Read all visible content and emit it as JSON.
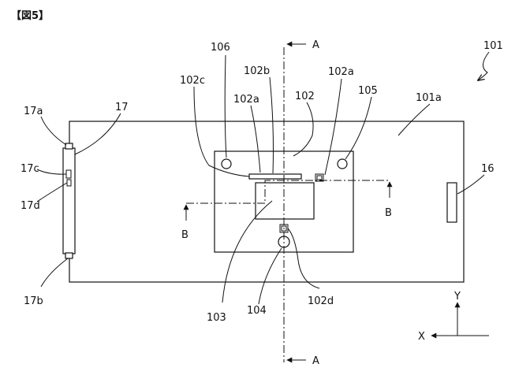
{
  "figure": {
    "title": "【図5】",
    "labels": {
      "device": "101",
      "base": "101a",
      "substrate": "102",
      "hole_left": "102a",
      "hole_right": "102a",
      "slot": "102b",
      "edge_mark": "102c",
      "bottom_mark": "102d",
      "chip": "103",
      "lower_hole": "104",
      "right_circle": "105",
      "left_circle": "106",
      "right_block": "16",
      "side_block": "17",
      "side_top": "17a",
      "side_bottom": "17b",
      "side_c": "17c",
      "side_d": "17d"
    },
    "section_a_top": "A",
    "section_a_bottom": "A",
    "section_b_left": "B",
    "section_b_right": "B",
    "axis_y": "Y",
    "axis_x": "X"
  }
}
